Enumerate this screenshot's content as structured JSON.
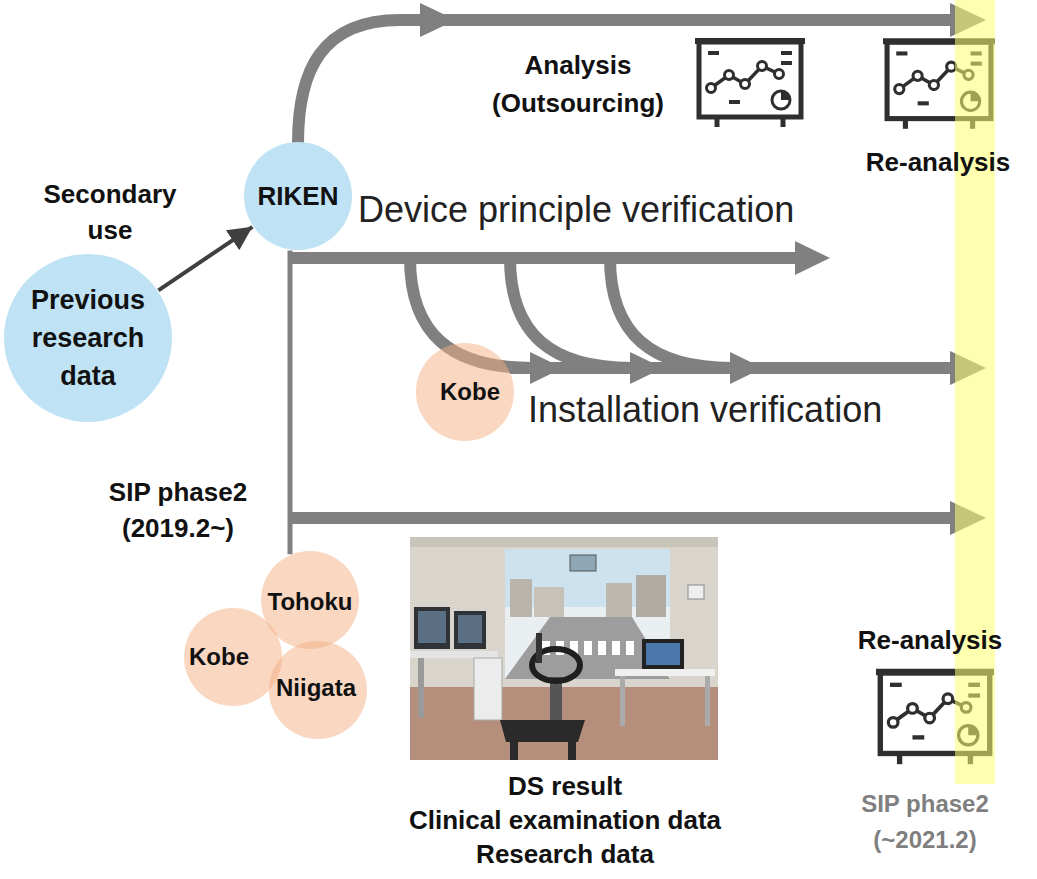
{
  "diagram": {
    "nodes": [
      {
        "text": [
          "Previous research data"
        ]
      },
      {
        "text": [
          "RIKEN"
        ]
      },
      {
        "text": [
          "Kobe"
        ]
      },
      {
        "text": [
          "Tohoku"
        ]
      },
      {
        "text": [
          "Kobe"
        ]
      },
      {
        "text": [
          "Niigata"
        ]
      }
    ],
    "edges": [
      {
        "from": 0,
        "to": 1,
        "arrow": "to",
        "label": "Secondary use"
      },
      {
        "from": 1,
        "to": 3,
        "arrow": "none"
      }
    ],
    "labels": [
      "Analysis (Outsourcing)",
      "Re-analysis",
      "Device principle verification",
      "Installation verification",
      "SIP phase2 (2019.2~)",
      "Re-analysis",
      "DS result",
      "Clinical examination data",
      "Research data",
      "SIP phase2 (~2021.2)"
    ]
  }
}
